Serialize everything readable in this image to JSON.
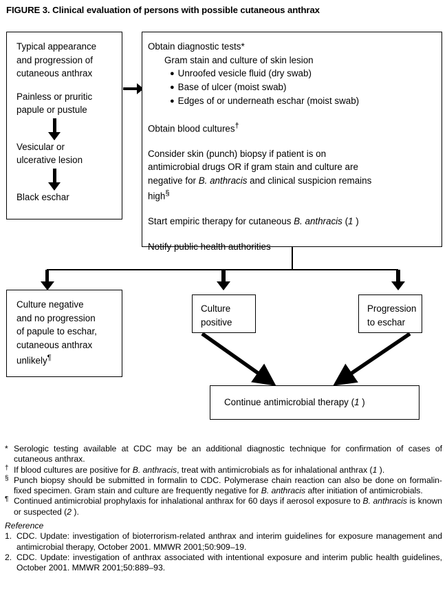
{
  "figure": {
    "title": "FIGURE 3. Clinical evaluation of persons with possible cutaneous anthrax"
  },
  "boxes": {
    "progression": {
      "name": "Typical appearance and progression of cutaneous anthrax",
      "line1": "Typical appearance",
      "line2": "and progression of",
      "line3": "cutaneous anthrax",
      "stage1_line1": "Painless or pruritic",
      "stage1_line2": "papule or pustule",
      "stage2_line1": "Vesicular or",
      "stage2_line2": "ulcerative lesion",
      "stage3": "Black eschar"
    },
    "diagnostics": {
      "heading": "Obtain diagnostic tests*",
      "sub1": "Gram stain and culture of skin lesion",
      "bullet1": "Unroofed vesicle fluid (dry swab)",
      "bullet2": "Base of ulcer (moist swab)",
      "bullet3": "Edges of or underneath eschar (moist swab)",
      "blood_cultures": "Obtain blood cultures",
      "blood_cultures_marker": "†",
      "biopsy_l1": "Consider skin (punch) biopsy if patient is on",
      "biopsy_l2": "antimicrobial drugs OR if gram stain and culture are",
      "biopsy_l3_pre": "negative for ",
      "biopsy_l3_it": "B. anthracis",
      "biopsy_l3_post": " and clinical suspicion remains",
      "biopsy_l4": "high",
      "biopsy_l4_marker": "§",
      "empiric_pre": "Start empiric therapy for cutaneous ",
      "empiric_it": "B. anthracis",
      "empiric_post": " (",
      "empiric_ref": "1",
      "empiric_end": " )",
      "notify": "Notify public health authorities"
    },
    "culture_negative": {
      "line1": "Culture negative",
      "line2": "and no progression",
      "line3": "of papule to eschar,",
      "line4": "cutaneous anthrax",
      "line5": "unlikely",
      "marker": "¶"
    },
    "culture_positive": {
      "line1": "Culture",
      "line2": "positive"
    },
    "progression_eschar": {
      "line1": "Progression",
      "line2": "to eschar"
    },
    "continue_therapy": {
      "text_pre": "Continue antimicrobial therapy (",
      "ref": "1",
      "text_post": " )"
    }
  },
  "footnotes": [
    {
      "marker": "*",
      "superscript": false,
      "parts": [
        {
          "text": "Serologic testing available at CDC may be an additional diagnostic technique for confirmation of cases of cutaneous anthrax.",
          "italic": false
        }
      ]
    },
    {
      "marker": "†",
      "superscript": true,
      "parts": [
        {
          "text": "If blood cultures are positive for ",
          "italic": false
        },
        {
          "text": "B. anthracis",
          "italic": true
        },
        {
          "text": ", treat with antimicrobials as for inhalational anthrax (",
          "italic": false
        },
        {
          "text": "1",
          "italic": true
        },
        {
          "text": " ).",
          "italic": false
        }
      ]
    },
    {
      "marker": "§",
      "superscript": true,
      "parts": [
        {
          "text": "Punch biopsy should be submitted in formalin to CDC. Polymerase chain reaction can also be done on formalin-fixed specimen. Gram stain and culture are frequently negative for ",
          "italic": false
        },
        {
          "text": "B. anthracis",
          "italic": true
        },
        {
          "text": " after initiation of antimicrobials.",
          "italic": false
        }
      ]
    },
    {
      "marker": "¶",
      "superscript": true,
      "parts": [
        {
          "text": "Continued antimicrobial prophylaxis for inhalational anthrax for 60 days if aerosol exposure to ",
          "italic": false
        },
        {
          "text": "B. anthracis",
          "italic": true
        },
        {
          "text": " is known or suspected (",
          "italic": false
        },
        {
          "text": "2",
          "italic": true
        },
        {
          "text": " ).",
          "italic": false
        }
      ]
    }
  ],
  "reference_heading": "Reference",
  "references": [
    {
      "number": "1.",
      "text": "CDC. Update: investigation of bioterrorism-related anthrax and interim guidelines for exposure management and antimicrobial therapy, October 2001. MMWR 2001;50:909–19."
    },
    {
      "number": "2.",
      "text": "CDC. Update: investigation of anthrax associated with intentional exposure and interim public health guidelines, October 2001. MMWR 2001;50:889–93."
    }
  ]
}
